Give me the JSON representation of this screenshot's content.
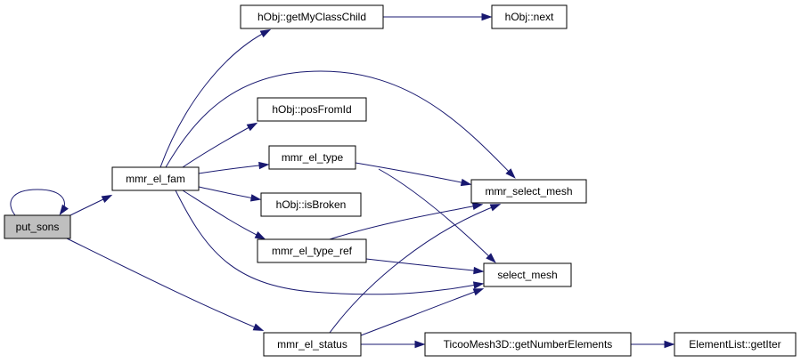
{
  "colors": {
    "edge": "#191970",
    "node_fill": "#ffffff",
    "node_stroke": "#000000",
    "current_node_fill": "#bfbfbf"
  },
  "nodes": {
    "put_sons": "put_sons",
    "mmr_el_fam": "mmr_el_fam",
    "getMyClassChild": "hObj::getMyClassChild",
    "next": "hObj::next",
    "posFromId": "hObj::posFromId",
    "mmr_el_type": "mmr_el_type",
    "isBroken": "hObj::isBroken",
    "mmr_el_type_ref": "mmr_el_type_ref",
    "mmr_select_mesh": "mmr_select_mesh",
    "select_mesh": "select_mesh",
    "mmr_el_status": "mmr_el_status",
    "getNumberElements": "TicooMesh3D::getNumberElements",
    "getIter": "ElementList::getIter"
  },
  "edges": [
    {
      "from": "put_sons",
      "to": "put_sons"
    },
    {
      "from": "put_sons",
      "to": "mmr_el_fam"
    },
    {
      "from": "put_sons",
      "to": "mmr_el_status"
    },
    {
      "from": "mmr_el_fam",
      "to": "getMyClassChild"
    },
    {
      "from": "mmr_el_fam",
      "to": "mmr_select_mesh"
    },
    {
      "from": "mmr_el_fam",
      "to": "posFromId"
    },
    {
      "from": "mmr_el_fam",
      "to": "mmr_el_type"
    },
    {
      "from": "mmr_el_fam",
      "to": "isBroken"
    },
    {
      "from": "mmr_el_fam",
      "to": "mmr_el_type_ref"
    },
    {
      "from": "mmr_el_fam",
      "to": "select_mesh"
    },
    {
      "from": "getMyClassChild",
      "to": "next"
    },
    {
      "from": "mmr_el_type",
      "to": "mmr_select_mesh"
    },
    {
      "from": "mmr_el_type",
      "to": "select_mesh"
    },
    {
      "from": "mmr_el_type_ref",
      "to": "mmr_select_mesh"
    },
    {
      "from": "mmr_el_type_ref",
      "to": "select_mesh"
    },
    {
      "from": "mmr_el_status",
      "to": "mmr_select_mesh"
    },
    {
      "from": "mmr_el_status",
      "to": "select_mesh"
    },
    {
      "from": "mmr_el_status",
      "to": "getNumberElements"
    },
    {
      "from": "getNumberElements",
      "to": "getIter"
    }
  ]
}
